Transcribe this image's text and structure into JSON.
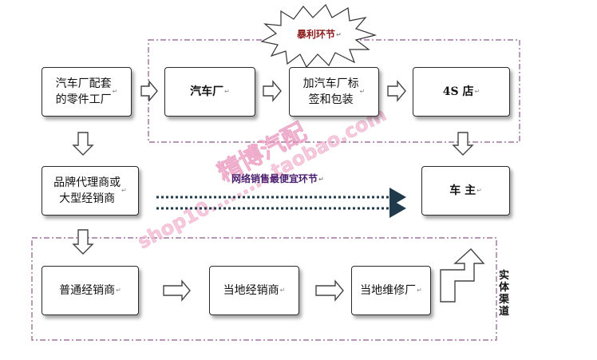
{
  "diagram": {
    "boxes": {
      "parts_factory": "汽车厂配套\n的零件工厂",
      "car_factory": "汽车厂",
      "label_packaging": "加汽车厂标\n签和包装",
      "shop_4s": "4S 店",
      "brand_dealer": "品牌代理商或\n大型经销商",
      "car_owner": "车 主",
      "ordinary_dealer": "普通经销商",
      "local_dealer": "当地经销商",
      "local_repair": "当地维修厂"
    },
    "labels": {
      "profit_stage": "暴利环节",
      "online_cheapest": "网络销售最便宜环节",
      "physical_channel": "实体渠道"
    },
    "watermark": {
      "shop_name": "精博汽配",
      "url": "shop10..........taobao.com"
    },
    "para_mark": "↵",
    "colors": {
      "border": "#2a2a2a",
      "dash_group": "#8a5a8a",
      "dotted_arrow": "#1f3a4a",
      "profit_text": "#8b1a1a",
      "online_text": "#4a1e6e",
      "watermark": "#f3b8d2"
    }
  }
}
